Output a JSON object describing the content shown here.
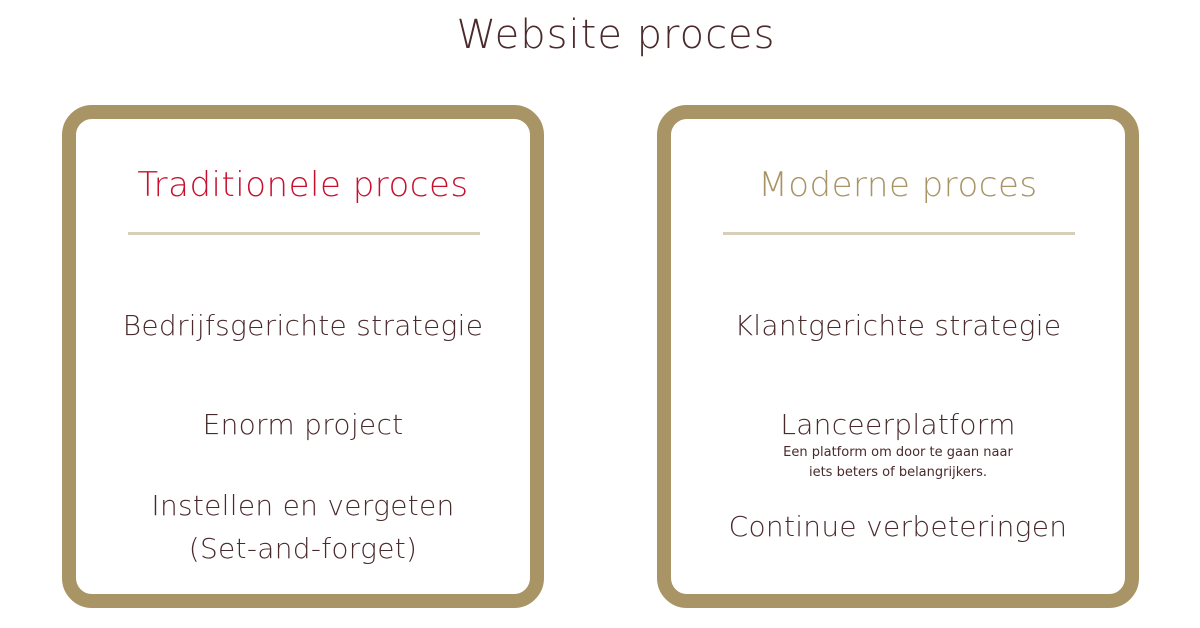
{
  "title": "Website proces",
  "traditional": {
    "heading": "Traditionele proces",
    "items": [
      "Bedrijfsgerichte strategie",
      "Enorm project",
      "Instellen en vergeten",
      "(Set-and-forget)"
    ]
  },
  "modern": {
    "heading": "Moderne proces",
    "items": [
      "Klantgerichte strategie",
      "Lanceerplatform",
      "Continue verbeteringen"
    ],
    "note": [
      "Een platform om door te gaan naar",
      "iets beters of belangrijkers."
    ]
  },
  "colors": {
    "frame": "#a89465",
    "divider": "#d6cfb9",
    "traditional_heading": "#c8102e",
    "modern_heading": "#a89465",
    "text": "#4a2a2c"
  }
}
